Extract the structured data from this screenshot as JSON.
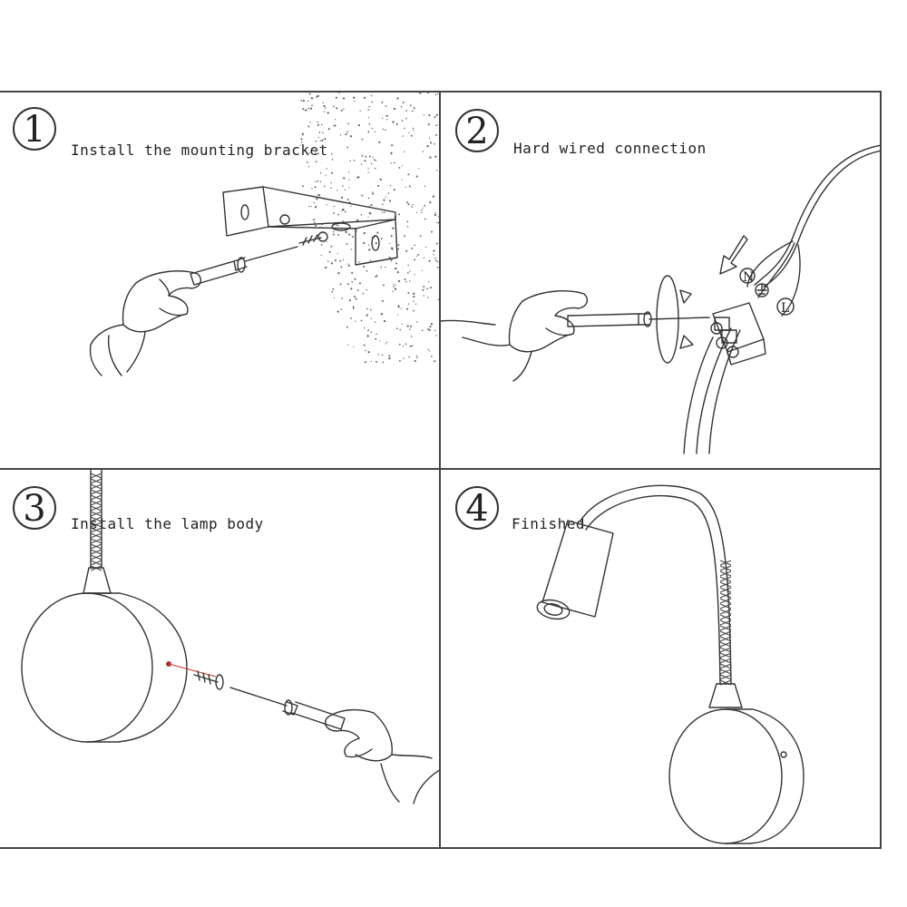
{
  "steps": [
    {
      "number": "1",
      "caption": "Install the mounting bracket"
    },
    {
      "number": "2",
      "caption": "Hard wired connection"
    },
    {
      "number": "3",
      "caption": "Install the lamp body"
    },
    {
      "number": "4",
      "caption": "Finished"
    }
  ],
  "terminal_labels": {
    "neutral": "N",
    "live": "L"
  }
}
